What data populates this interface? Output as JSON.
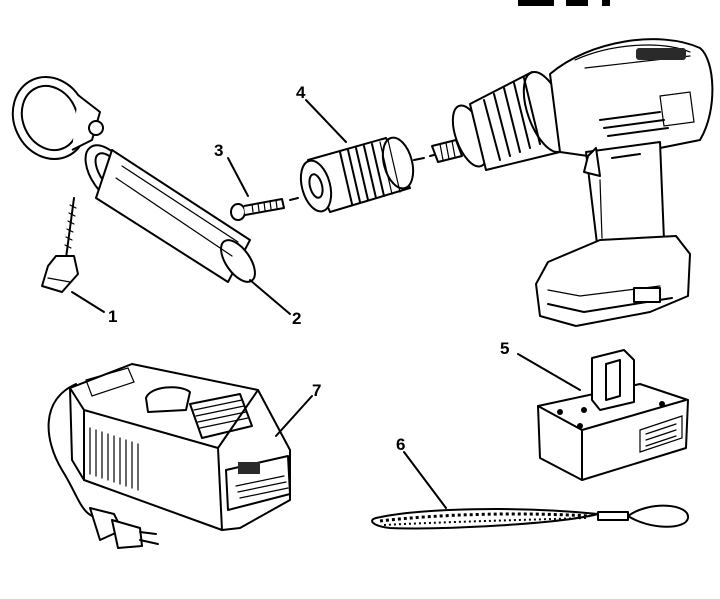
{
  "title_fragment": "",
  "callouts": [
    {
      "id": "1",
      "label": "1"
    },
    {
      "id": "2",
      "label": "2"
    },
    {
      "id": "3",
      "label": "3"
    },
    {
      "id": "4",
      "label": "4"
    },
    {
      "id": "5",
      "label": "5"
    },
    {
      "id": "6",
      "label": "6"
    },
    {
      "id": "7",
      "label": "7"
    }
  ],
  "colors": {
    "ink": "#000000",
    "paper": "#ffffff"
  }
}
